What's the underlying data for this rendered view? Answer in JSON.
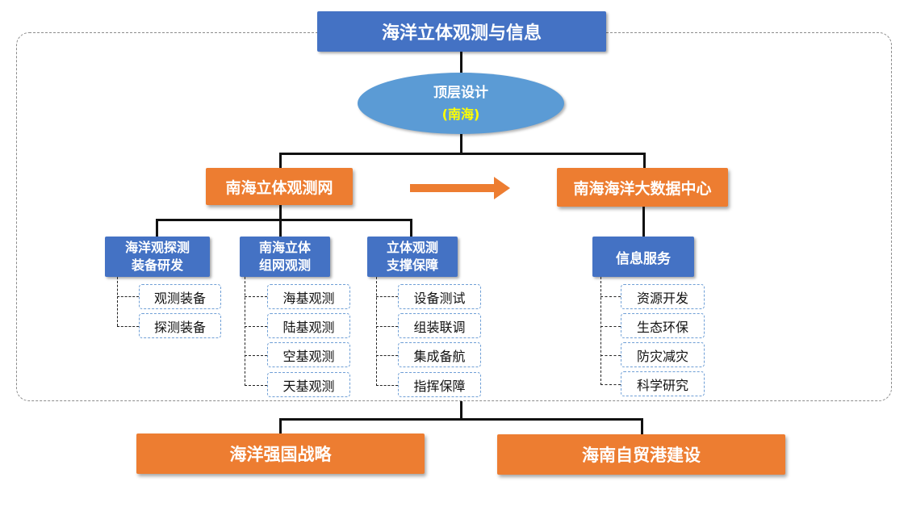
{
  "top_title": "海洋立体观测与信息",
  "design": {
    "title": "顶层设计",
    "subtitle": "(南海)"
  },
  "left_center": "南海立体观测网",
  "right_center": "南海海洋大数据中心",
  "groups": [
    {
      "title_line1": "海洋观探测",
      "title_line2": "装备研发",
      "items": [
        "观测装备",
        "探测装备"
      ]
    },
    {
      "title_line1": "南海立体",
      "title_line2": "组网观测",
      "items": [
        "海基观测",
        "陆基观测",
        "空基观测",
        "天基观测"
      ]
    },
    {
      "title_line1": "立体观测",
      "title_line2": "支撑保障",
      "items": [
        "设备测试",
        "组装联调",
        "集成备航",
        "指挥保障"
      ]
    }
  ],
  "info_service": {
    "title": "信息服务",
    "items": [
      "资源开发",
      "生态环保",
      "防灾减灾",
      "科学研究"
    ]
  },
  "bottom": [
    "海洋强国战略",
    "海南自贸港建设"
  ],
  "colors": {
    "blue": "#4472c4",
    "orange": "#ed7d31",
    "ellipse": "#5b9bd5",
    "subtitle": "#ffff00"
  }
}
